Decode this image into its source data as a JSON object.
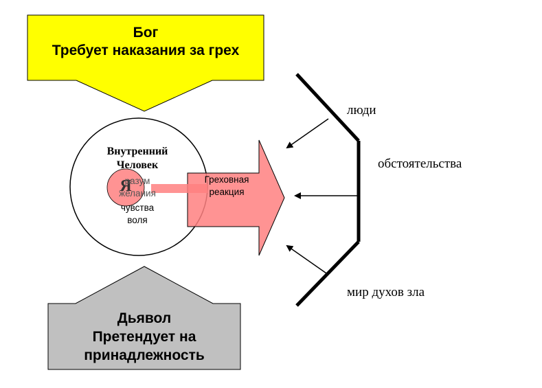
{
  "god": {
    "title": "Бог",
    "subtitle": "Требует наказания за грех",
    "color": "#ffff00"
  },
  "devil": {
    "title": "Дьявол",
    "subtitle_line1": "Претендует на",
    "subtitle_line2": "принадлежность",
    "color": "#c0c0c0"
  },
  "inner_man": {
    "title_line1": "Внутренний",
    "title_line2": "Человек",
    "ego": "Я",
    "faculties": [
      "разум",
      "желания",
      "чувства",
      "воля"
    ]
  },
  "sin_reaction": {
    "line1": "Греховная",
    "line2": "реакция",
    "color": "#ff8080"
  },
  "influences": {
    "people": "люди",
    "circumstances": "обстоятельства",
    "evil_spirits": "мир духов зла"
  }
}
